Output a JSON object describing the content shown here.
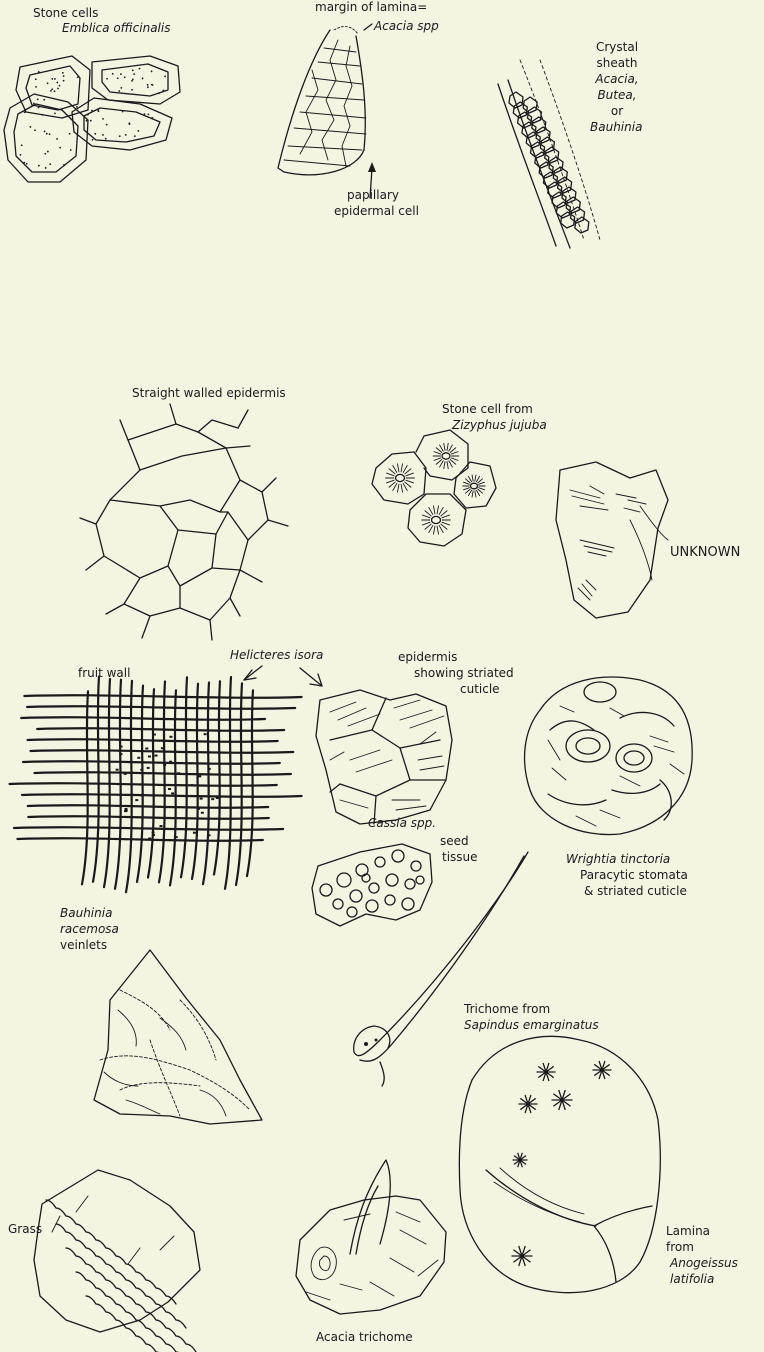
{
  "labels": {
    "stone_cells": "Stone cells",
    "stone_cells_species": "Emblica officinalis",
    "margin_lamina": "margin of lamina",
    "acacia_spp": "Acacia spp",
    "papillary": "papillary",
    "epidermal_cell": "epidermal cell",
    "crystal_sheath": [
      "Crystal",
      "sheath"
    ],
    "crystal_species": [
      "Acacia,",
      "Butea,"
    ],
    "crystal_or": "or",
    "crystal_bauhinia": "Bauhinia",
    "straight_walled": "Straight walled epidermis",
    "stone_cell_from": "Stone cell from",
    "zizyphus": "Zizyphus jujuba",
    "unknown": "UNKNOWN",
    "helicteres": "Helicteres isora",
    "fruit_wall": "fruit wall",
    "epidermis_showing": [
      "epidermis",
      "showing striated",
      "cuticle"
    ],
    "wrightia": "Wrightia tinctoria",
    "wrightia_desc": [
      "Paracytic stomata",
      "& striated cuticle"
    ],
    "cassia": "Cassia spp.",
    "seed_tissue": [
      "seed",
      "tissue"
    ],
    "bauhinia_racemosa": [
      "Bauhinia",
      "racemosa"
    ],
    "veinlets": "veinlets",
    "trichome_from": "Trichome from",
    "sapindus": "Sapindus emarginatus",
    "grass": "Grass",
    "acacia_trichome": "Acacia trichome",
    "lamina_from": [
      "Lamina",
      "from"
    ],
    "anogeissus": [
      "Anogeissus",
      "latifolia"
    ]
  }
}
